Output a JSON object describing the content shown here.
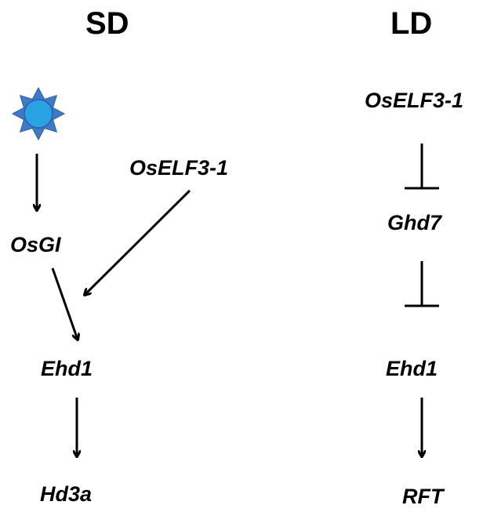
{
  "panels": {
    "sd": {
      "heading": "SD",
      "genes": {
        "oself3": "OsELF3-1",
        "osgi": "OsGI",
        "ehd1": "Ehd1",
        "hd3a": "Hd3a"
      }
    },
    "ld": {
      "heading": "LD",
      "genes": {
        "oself3": "OsELF3-1",
        "ghd7": "Ghd7",
        "ehd1": "Ehd1",
        "rft": "RFT"
      }
    }
  },
  "colors": {
    "sun_fill": "#29a3e3",
    "sun_ray": "#3f79c8",
    "sun_stroke": "#2a5f9e",
    "text": "#000000",
    "arrow": "#000000"
  },
  "icons": {
    "sun": "sun-icon"
  }
}
